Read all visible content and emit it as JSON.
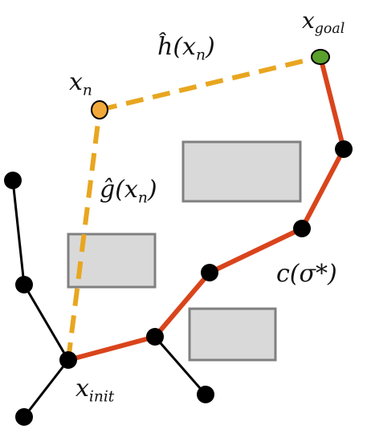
{
  "labels": {
    "x_goal": {
      "base": "x",
      "sub": "goal"
    },
    "x_n": {
      "base": "x",
      "sub": "n"
    },
    "h_hat": {
      "text": "ĥ(x",
      "sub": "n",
      "close": ")"
    },
    "g_hat": {
      "text": "ĝ(x",
      "sub": "n",
      "close": ")"
    },
    "c_sigma": {
      "text": "c(σ*)"
    },
    "x_init": {
      "base": "x",
      "sub": "init"
    }
  },
  "colors": {
    "tree_edge": "#000000",
    "node": "#000000",
    "optimal_path": "#d9441c",
    "heuristic_path": "#e8a620",
    "goal_node": "#5aa02c",
    "current_node": "#f2a93b",
    "obstacle_fill": "#d9d9d9",
    "obstacle_stroke": "#808080"
  },
  "icons": {
    "tree_nodes": "filled-circle",
    "goal_node": "green-circle",
    "current_node": "orange-circle",
    "obstacles": "grey-rectangle"
  }
}
